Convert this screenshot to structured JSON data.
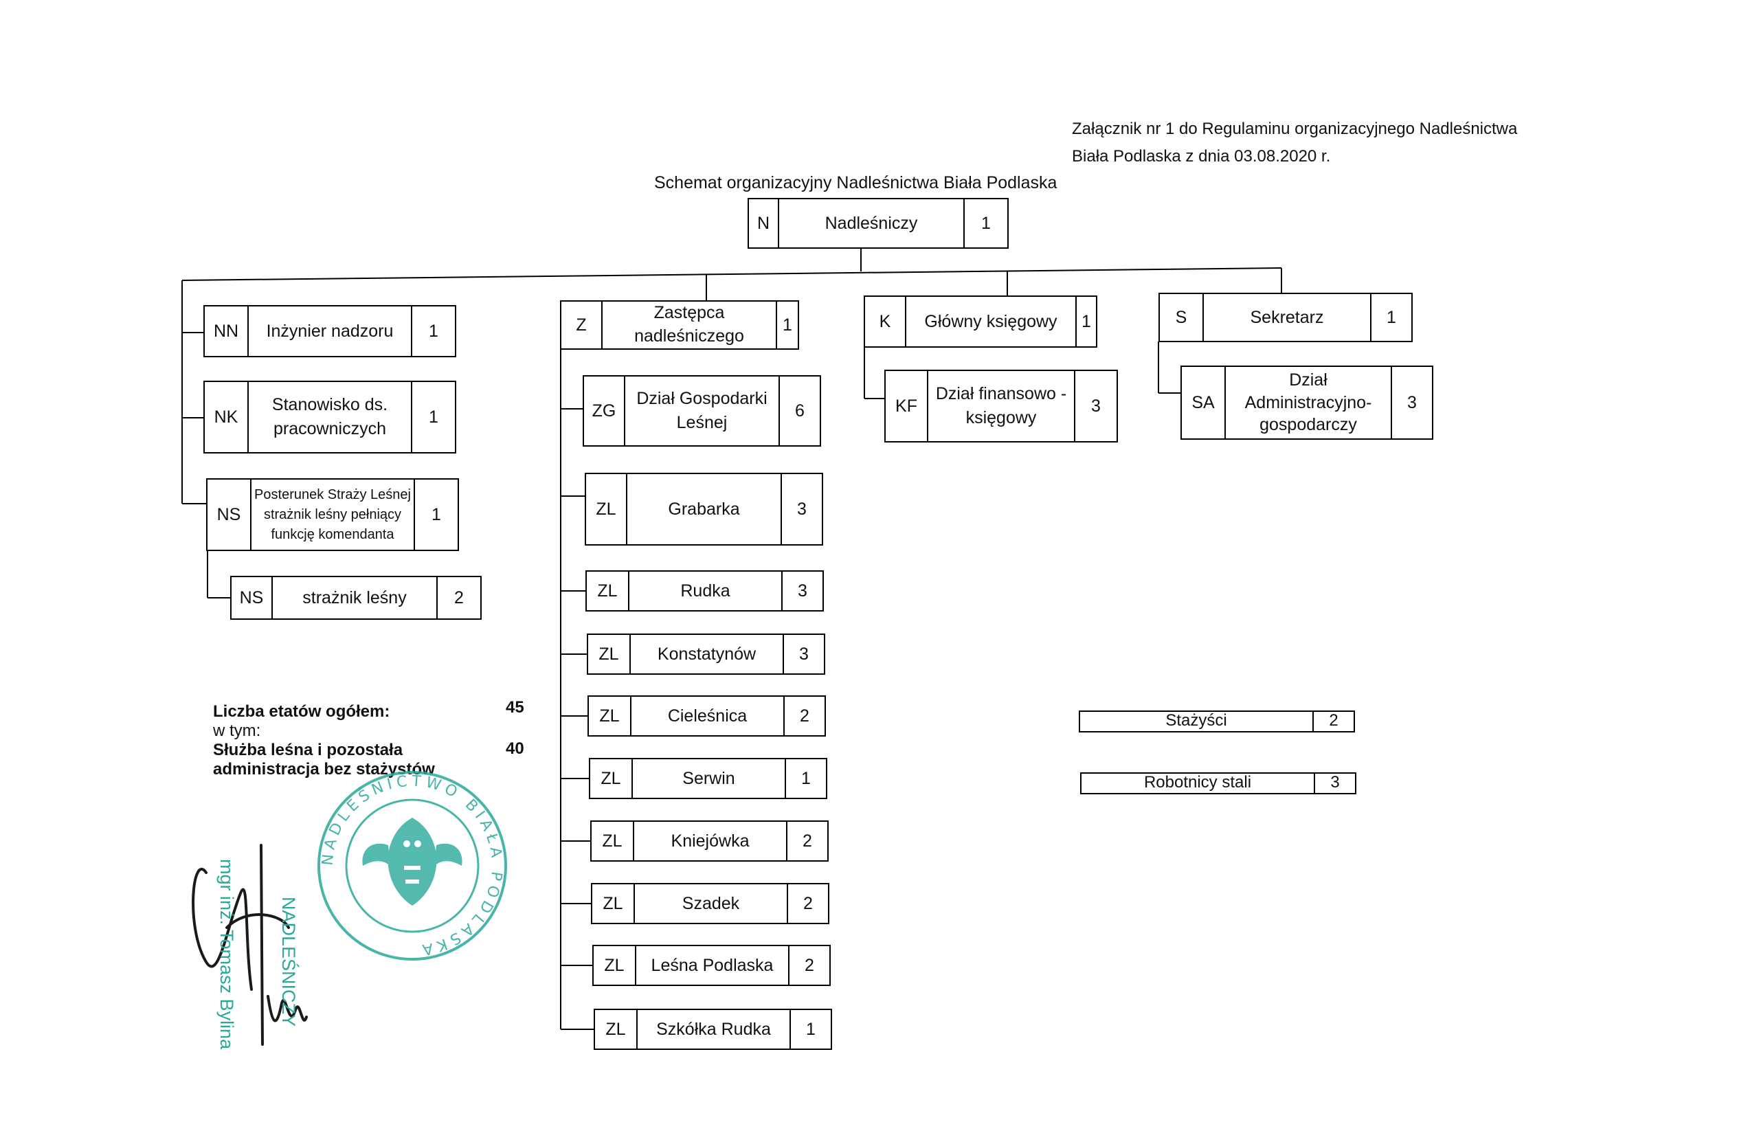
{
  "annex_line1": "Załącznik nr 1 do Regulaminu organizacyjnego Nadleśnictwa",
  "annex_line2": "Biała Podlaska z dnia 03.08.2020 r.",
  "title": "Schemat organizacyjny Nadleśnictwa Biała Podlaska",
  "root": {
    "code": "N",
    "name": "Nadleśniczy",
    "count": "1"
  },
  "left_column": [
    {
      "code": "NN",
      "name": "Inżynier nadzoru",
      "count": "1"
    },
    {
      "code": "NK",
      "name": "Stanowisko ds. pracowniczych",
      "count": "1"
    },
    {
      "code": "NS",
      "name": "Posterunek Straży Leśnej strażnik leśny pełniący funkcję komendanta",
      "count": "1"
    },
    {
      "code": "NS",
      "name": "strażnik leśny",
      "count": "2"
    }
  ],
  "deputy": {
    "code": "Z",
    "name": "Zastępca nadleśniczego",
    "count": "1"
  },
  "deputy_units": [
    {
      "code": "ZG",
      "name": "Dział Gospodarki Leśnej",
      "count": "6"
    },
    {
      "code": "ZL",
      "name": "Grabarka",
      "count": "3"
    },
    {
      "code": "ZL",
      "name": "Rudka",
      "count": "3"
    },
    {
      "code": "ZL",
      "name": "Konstatynów",
      "count": "3"
    },
    {
      "code": "ZL",
      "name": "Cieleśnica",
      "count": "2"
    },
    {
      "code": "ZL",
      "name": "Serwin",
      "count": "1"
    },
    {
      "code": "ZL",
      "name": "Kniejówka",
      "count": "2"
    },
    {
      "code": "ZL",
      "name": "Szadek",
      "count": "2"
    },
    {
      "code": "ZL",
      "name": "Leśna Podlaska",
      "count": "2"
    },
    {
      "code": "ZL",
      "name": "Szkółka Rudka",
      "count": "1"
    }
  ],
  "accountant": {
    "code": "K",
    "name": "Główny księgowy",
    "count": "1"
  },
  "finance": {
    "code": "KF",
    "name": "Dział finansowo - księgowy",
    "count": "3"
  },
  "secretary": {
    "code": "S",
    "name": "Sekretarz",
    "count": "1"
  },
  "admin": {
    "code": "SA",
    "name": "Dział Administracyjno-gospodarczy",
    "count": "3"
  },
  "extras": [
    {
      "name": "Stażyści",
      "count": "2"
    },
    {
      "name": "Robotnicy stali",
      "count": "3"
    }
  ],
  "summary": {
    "total_label": "Liczba etatów ogółem:",
    "total_value": "45",
    "including": "w tym:",
    "forest_label_1": "Służba leśna i pozostała",
    "forest_label_2": "administracja bez stażystów",
    "forest_value": "40"
  },
  "signature": {
    "title": "NADLEŚNICZY",
    "name": "mgr inż. Tomasz Bylina"
  },
  "stamp_text": "NADLEŚNICTWO BIAŁA PODLASKA",
  "colors": {
    "ink": "#000000",
    "stamp": "#2aa89a"
  }
}
